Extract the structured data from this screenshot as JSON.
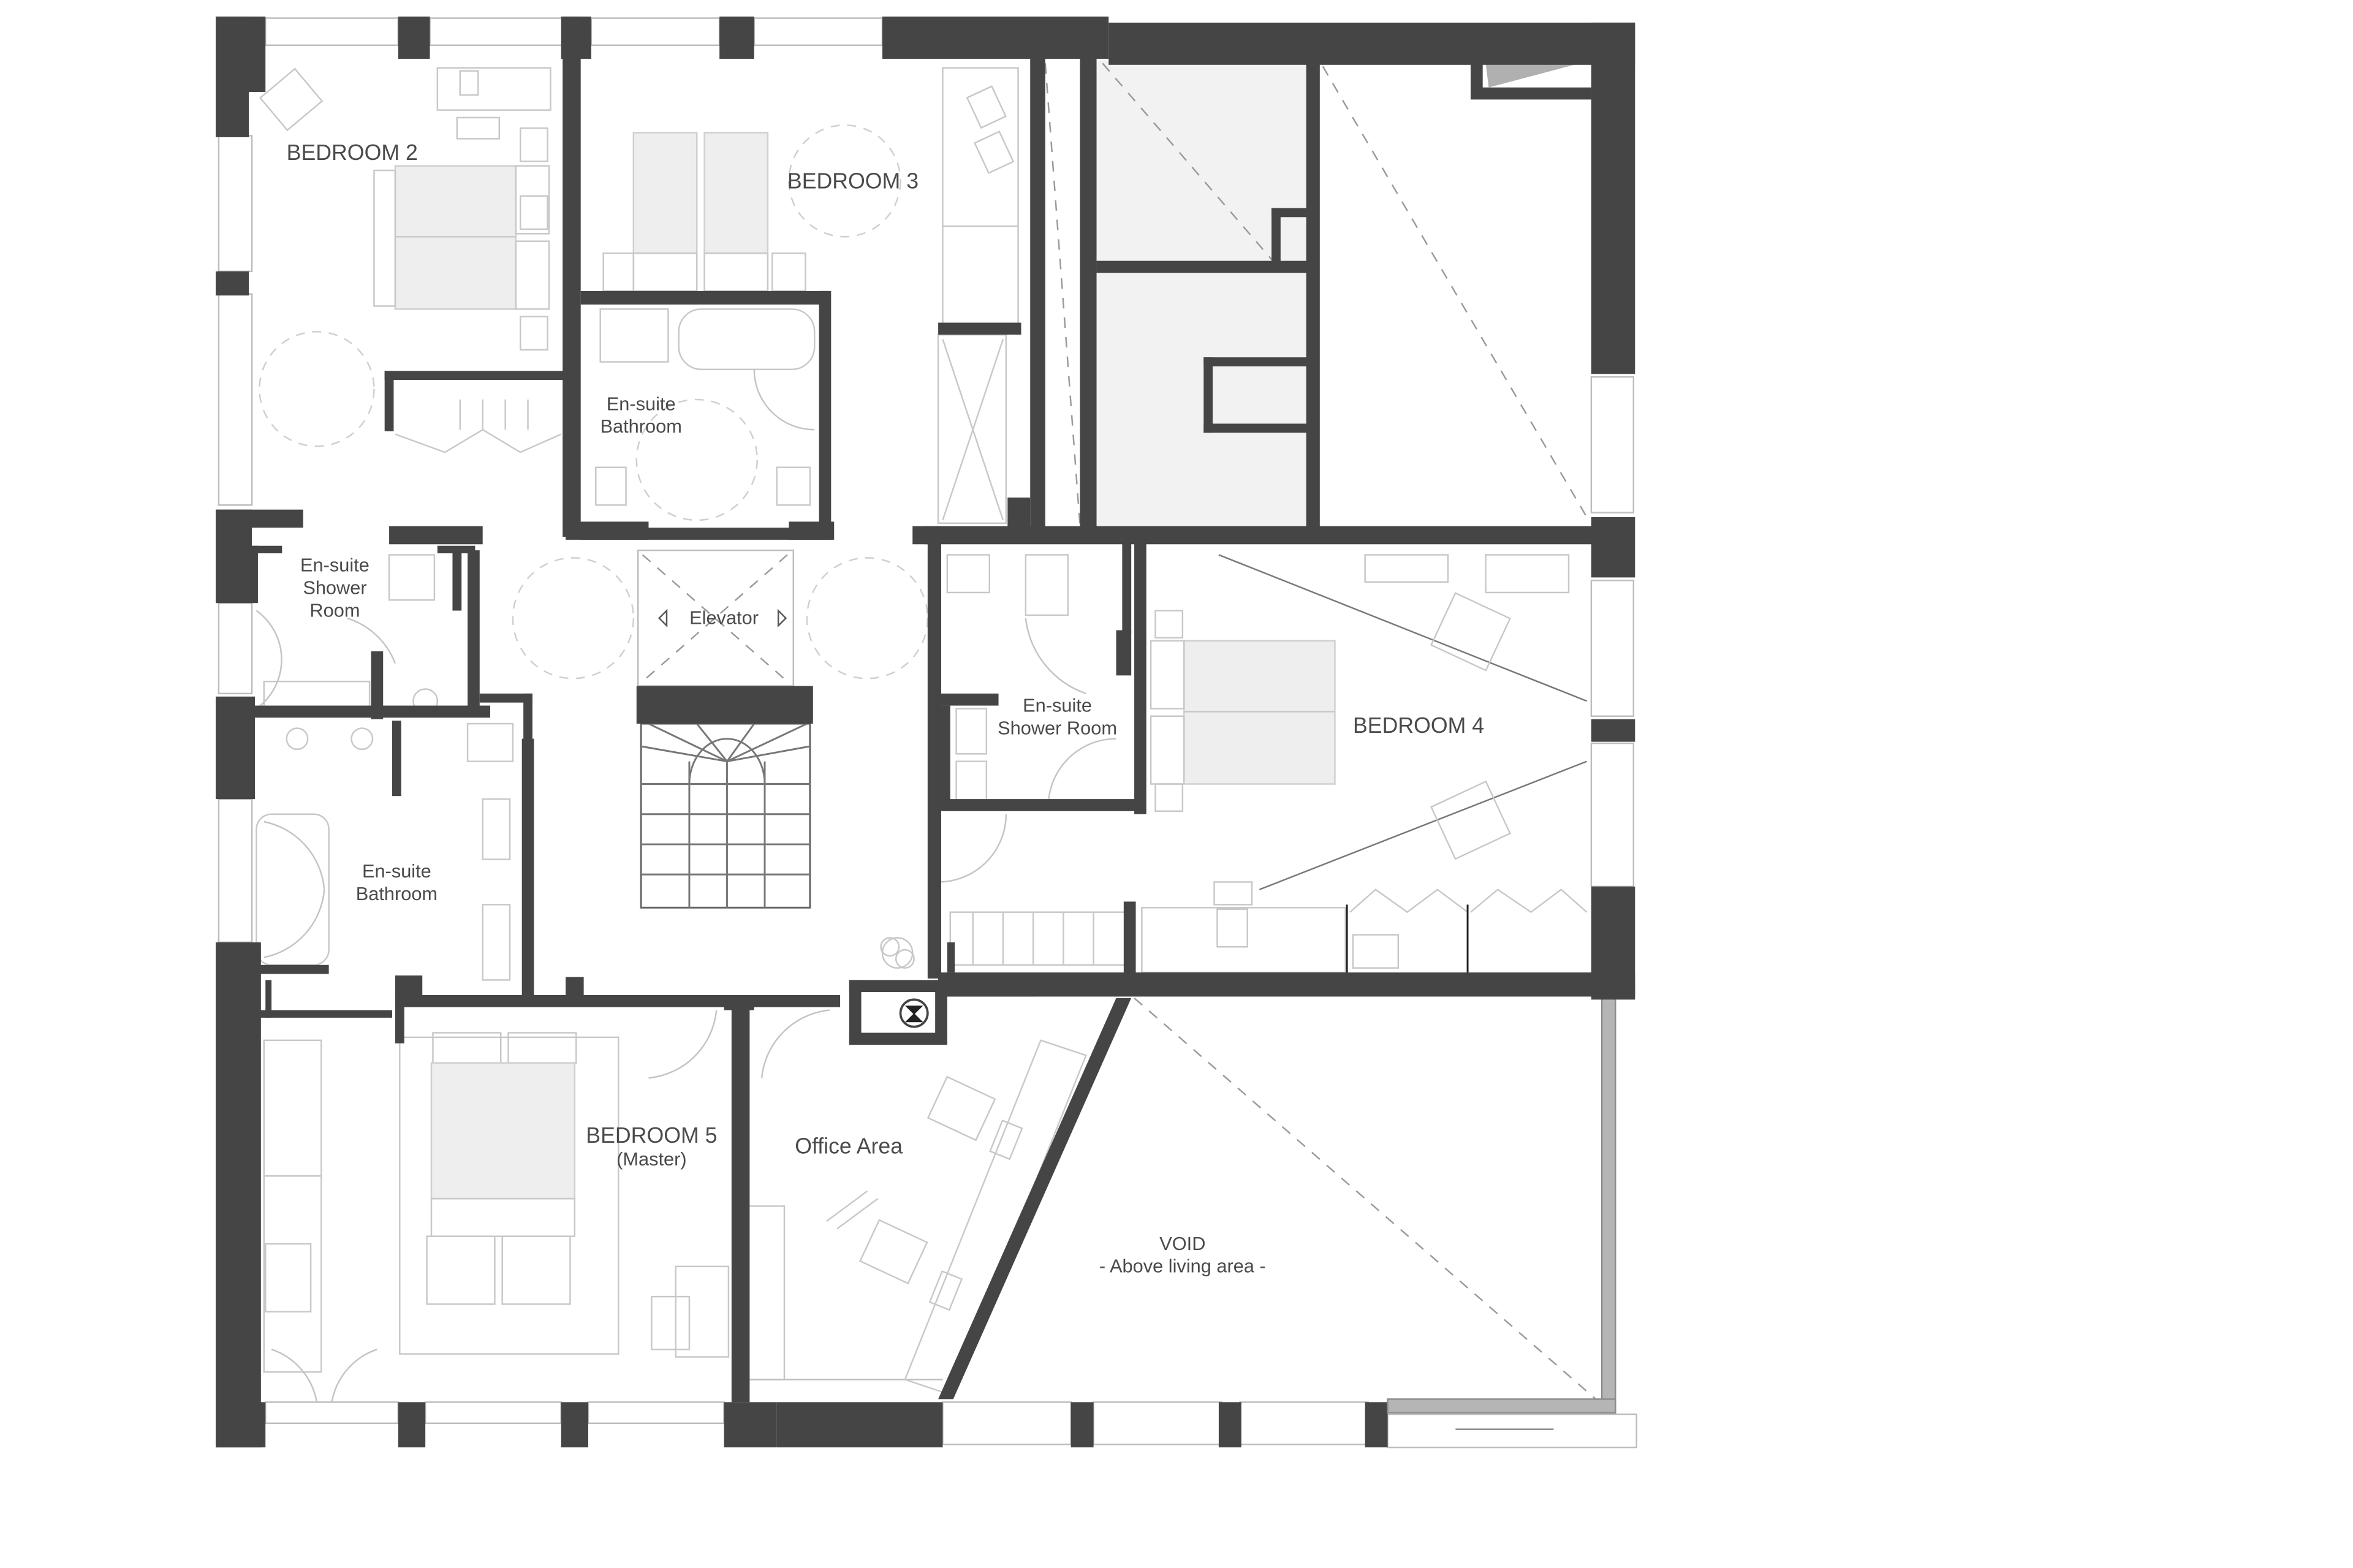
{
  "plan": {
    "type": "architectural floor plan",
    "colors": {
      "wall": "#454545",
      "void_fill": "#f2f2f2",
      "furniture_line": "#c8c8c8",
      "label_text": "#4a4a4a",
      "balcony": "#b5b5b5"
    },
    "rooms": {
      "bedroom2": {
        "label": "BEDROOM 2"
      },
      "bedroom3": {
        "label": "BEDROOM 3"
      },
      "bedroom4": {
        "label": "BEDROOM 4"
      },
      "bedroom5": {
        "label": "BEDROOM 5",
        "sublabel": "(Master)"
      },
      "ensuite_bath_top": {
        "line1": "En-suite",
        "line2": "Bathroom"
      },
      "ensuite_shower_left": {
        "line1": "En-suite",
        "line2": "Shower",
        "line3": "Room"
      },
      "ensuite_shower_right": {
        "line1": "En-suite",
        "line2": "Shower Room"
      },
      "ensuite_bath_left": {
        "line1": "En-suite",
        "line2": "Bathroom"
      },
      "elevator": {
        "label": "Elevator"
      },
      "office": {
        "label": "Office Area"
      },
      "void": {
        "label": "VOID",
        "sublabel": "- Above living area -"
      }
    }
  }
}
